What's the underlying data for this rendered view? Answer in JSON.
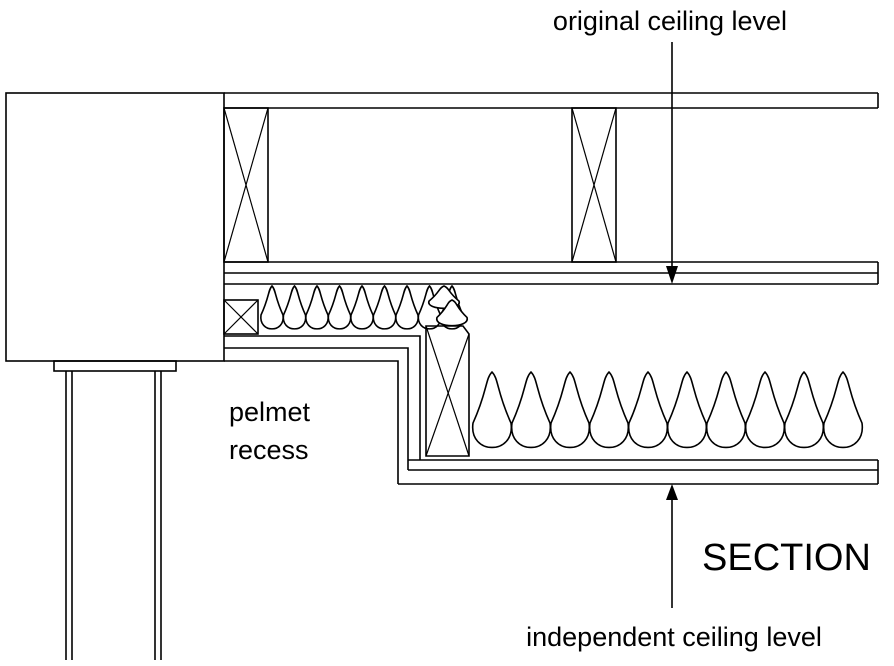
{
  "labels": {
    "original_ceiling": "original ceiling level",
    "independent_ceiling": "independent ceiling level",
    "pelmet_line1": "pelmet",
    "pelmet_line2": "recess",
    "section": "SECTION"
  },
  "colors": {
    "line": "#000000",
    "background": "#ffffff"
  }
}
